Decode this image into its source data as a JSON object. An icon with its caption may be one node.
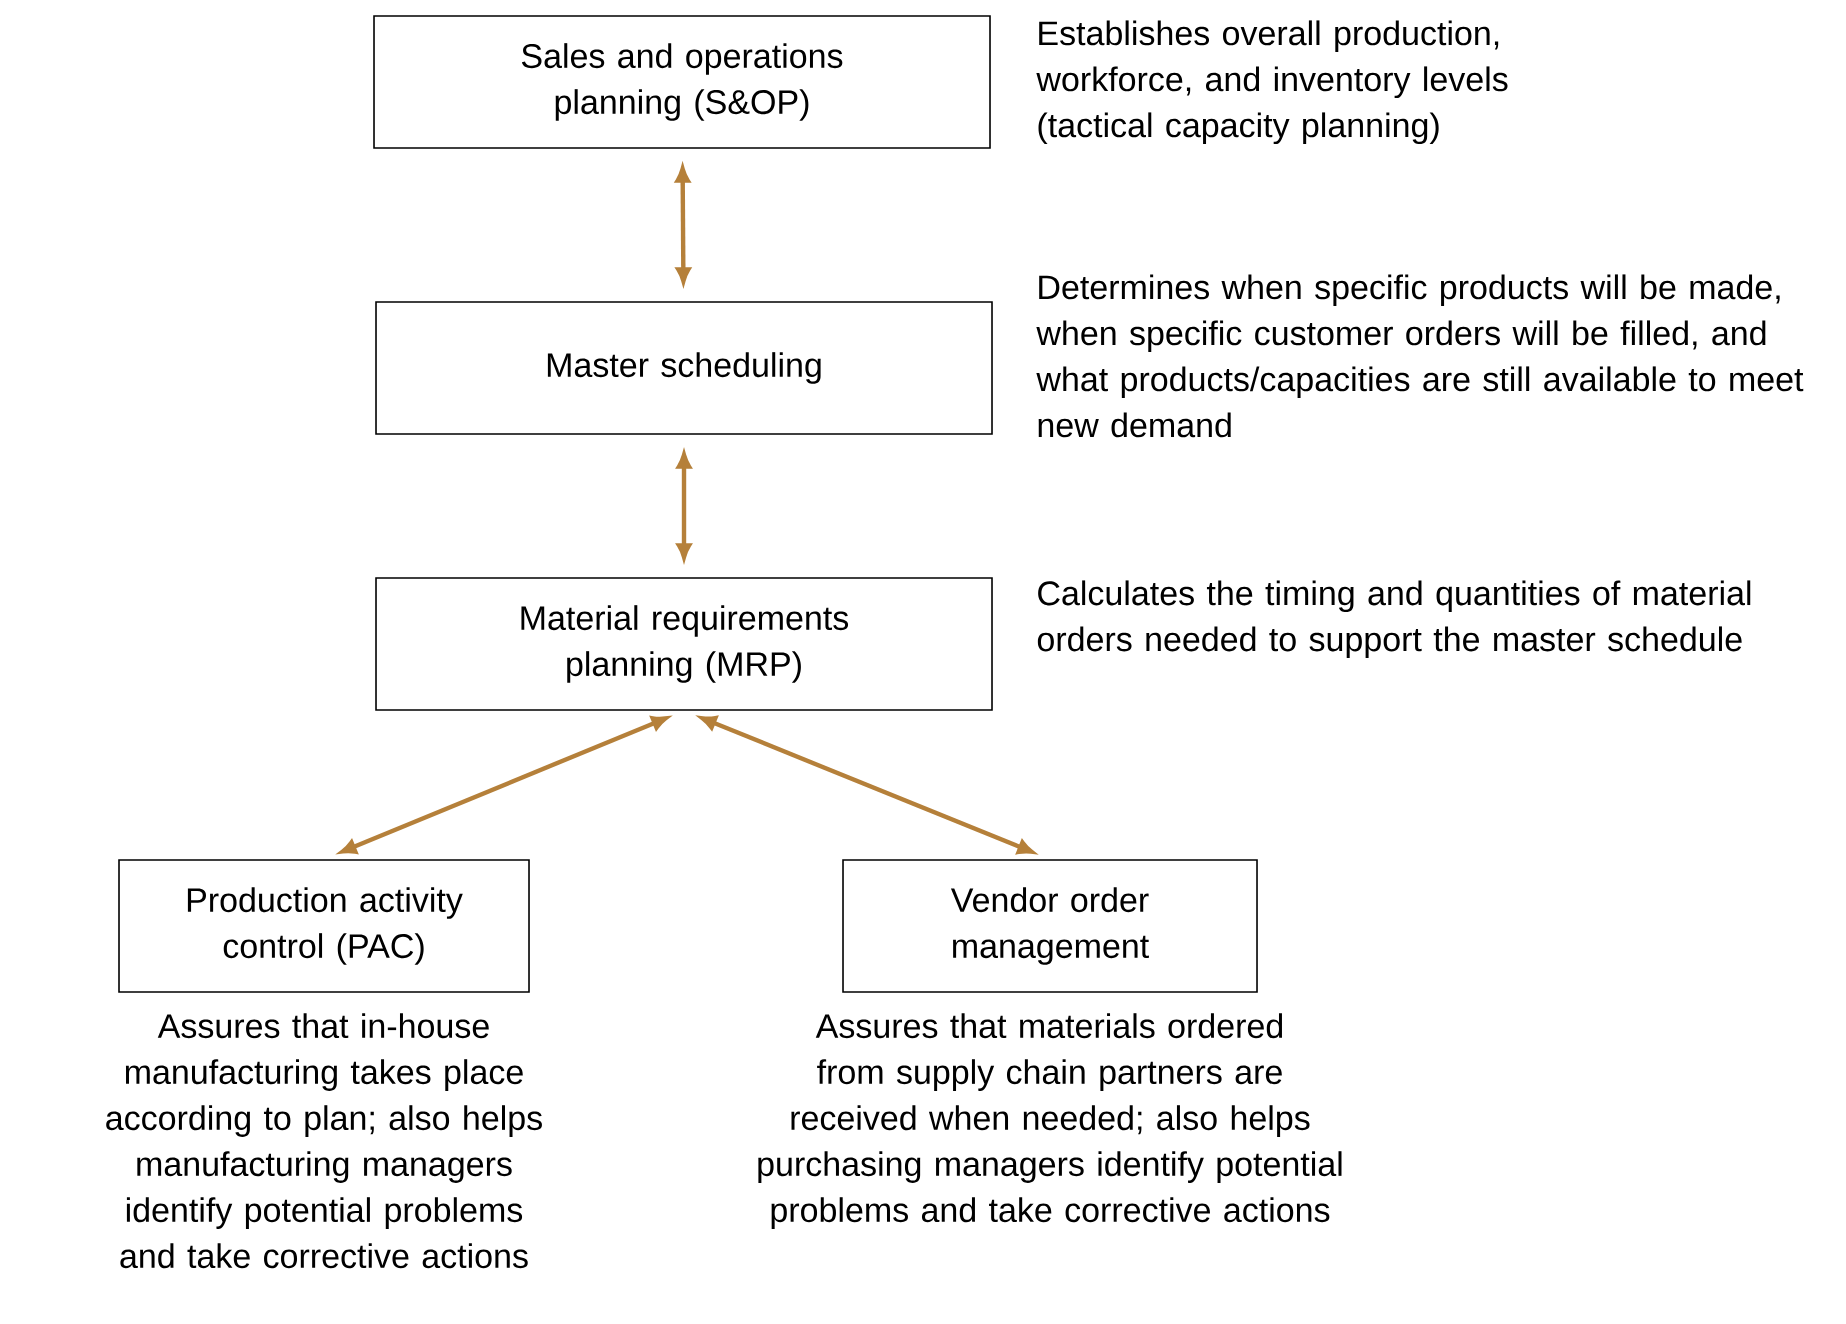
{
  "diagram": {
    "nodes": [
      {
        "text": [
          "Sales and operations planning (S&OP)"
        ],
        "beside": [
          "Establishes overall production, workforce, and inventory levels (tactical capacity planning)"
        ]
      },
      {
        "text": [
          "Master scheduling"
        ],
        "beside": [
          "Determines when specific products will be made, when specific customer orders will be filled, and what products/capacities are still available to meet new demand"
        ]
      },
      {
        "text": [
          "Material requirements planning (MRP)"
        ],
        "beside": [
          "Calculates the timing and quantities of material orders needed to support the master schedule"
        ]
      },
      {
        "text": [
          "Production activity control (PAC)"
        ],
        "beside": [
          "Assures that in-house manufacturing takes place according to plan; also helps manufacturing managers identify potential problems and take corrective actions"
        ]
      },
      {
        "text": [
          "Vendor order management"
        ],
        "beside": [
          "Assures that materials ordered from supply chain partners are received when needed; also helps purchasing managers identify potential problems and take corrective actions"
        ]
      }
    ],
    "edges": [
      {
        "from": 0,
        "to": 1,
        "arrow": "both"
      },
      {
        "from": 1,
        "to": 2,
        "arrow": "both"
      },
      {
        "from": 2,
        "to": 3,
        "arrow": "both"
      },
      {
        "from": 2,
        "to": 4,
        "arrow": "both"
      }
    ]
  }
}
